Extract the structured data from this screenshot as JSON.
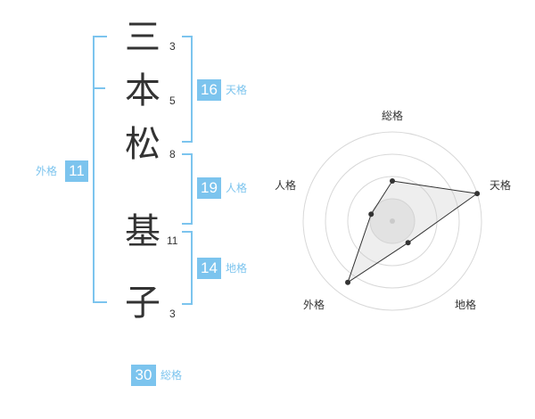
{
  "name": {
    "chars": [
      {
        "char": "三",
        "strokes": "3"
      },
      {
        "char": "本",
        "strokes": "5"
      },
      {
        "char": "松",
        "strokes": "8"
      },
      {
        "char": "基",
        "strokes": "11"
      },
      {
        "char": "子",
        "strokes": "3"
      }
    ]
  },
  "fortune": {
    "tenkaku": {
      "value": "16",
      "label": "天格"
    },
    "jinkaku": {
      "value": "19",
      "label": "人格"
    },
    "chikaku": {
      "value": "14",
      "label": "地格"
    },
    "gaikaku": {
      "value": "11",
      "label": "外格"
    },
    "soukaku": {
      "value": "30",
      "label": "総格"
    }
  },
  "radar": {
    "labels": {
      "top": "総格",
      "right_top": "天格",
      "right_bottom": "地格",
      "left_bottom": "外格",
      "left_top": "人格"
    },
    "levels": {
      "soukaku": 0.45,
      "tenkaku": 1.0,
      "chikaku": 0.3,
      "gaikaku": 0.85,
      "jinkaku": 0.25
    },
    "colors": {
      "accent": "#7cc4ee",
      "ring": "#d8d8d8",
      "fill": "#eeeeee",
      "line": "#333333"
    }
  }
}
